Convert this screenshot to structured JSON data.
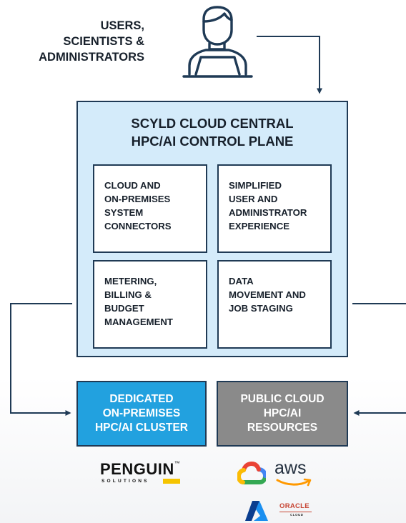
{
  "users": {
    "lines": [
      "USERS,",
      "SCIENTISTS &",
      "ADMINISTRATORS"
    ],
    "icon": "user-at-laptop-icon"
  },
  "control_plane": {
    "title_lines": [
      "SCYLD CLOUD CENTRAL",
      "HPC/AI CONTROL PLANE"
    ],
    "modules": [
      {
        "lines": [
          "CLOUD AND",
          "ON-PREMISES",
          "SYSTEM",
          "CONNECTORS"
        ]
      },
      {
        "lines": [
          "SIMPLIFIED",
          "USER AND",
          "ADMINISTRATOR",
          "EXPERIENCE"
        ]
      },
      {
        "lines": [
          "METERING,",
          "BILLING &",
          "BUDGET",
          "MANAGEMENT"
        ]
      },
      {
        "lines": [
          "DATA",
          "MOVEMENT AND",
          "JOB STAGING"
        ]
      }
    ]
  },
  "resources": {
    "on_prem": {
      "lines": [
        "DEDICATED",
        "ON-PREMISES",
        "HPC/AI CLUSTER"
      ]
    },
    "public_cloud": {
      "lines": [
        "PUBLIC CLOUD",
        "HPC/AI",
        "RESOURCES"
      ]
    }
  },
  "logos": {
    "penguin": {
      "word": "PENGUIN",
      "tm": "™",
      "sub": "SOLUTIONS"
    },
    "google_cloud": {
      "icon": "google-cloud-icon"
    },
    "aws": {
      "word": "aws"
    },
    "azure": {
      "icon": "azure-icon"
    },
    "oracle": {
      "word": "ORACLE",
      "sub": "CLOUD"
    }
  },
  "colors": {
    "control_plane_fill": "#d4ebfa",
    "border": "#1f3a55",
    "on_prem_fill": "#22a1df",
    "public_cloud_fill": "#8a8a8a",
    "connector": "#1f3a55"
  }
}
